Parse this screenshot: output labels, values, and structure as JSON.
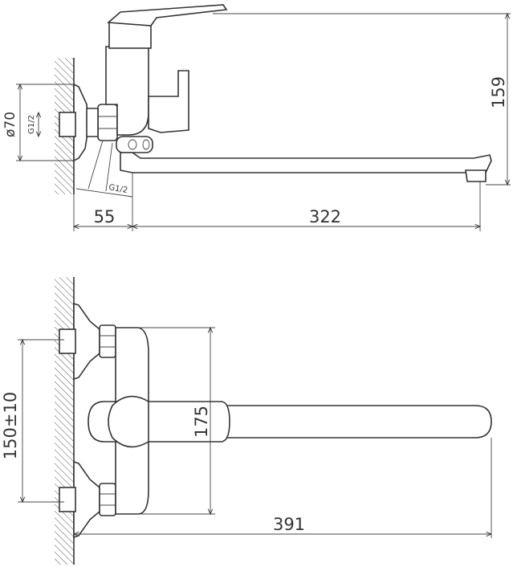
{
  "side_view": {
    "dim_height": "159",
    "dim_diameter": "ø70",
    "dim_thread_inlet": "G1/2",
    "dim_thread_outlet": "G1/2",
    "dim_wall_offset": "55",
    "dim_spout_reach": "322"
  },
  "front_view": {
    "dim_center_distance": "150±10",
    "dim_body_height": "175",
    "dim_total_length": "391"
  }
}
